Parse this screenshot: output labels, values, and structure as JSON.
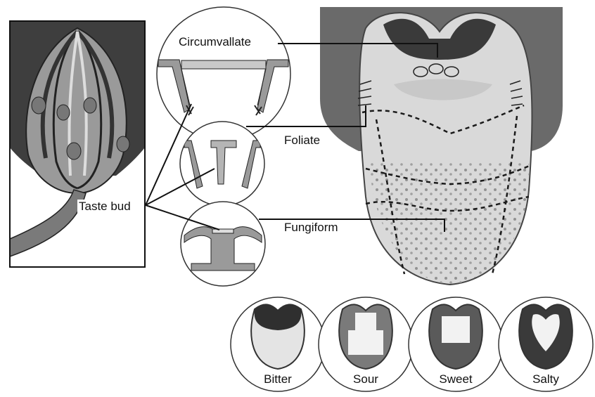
{
  "labels": {
    "circumvallate": "Circumvallate",
    "foliate": "Foliate",
    "fungiform": "Fungiform",
    "taste_bud": "Taste bud"
  },
  "taste_maps": [
    {
      "label": "Bitter"
    },
    {
      "label": "Sour"
    },
    {
      "label": "Sweet"
    },
    {
      "label": "Salty"
    }
  ],
  "colors": {
    "background": "#ffffff",
    "dark_fill": "#3a3a3a",
    "mid_fill": "#8c8c8c",
    "light_fill": "#dcdcdc",
    "line": "#111111"
  }
}
